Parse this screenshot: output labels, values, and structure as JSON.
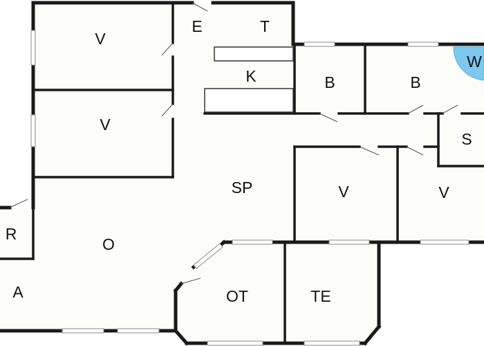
{
  "colors": {
    "background": "#ffffff",
    "floor": "#fcfcf8",
    "wall": "#1a1a1a",
    "window": "#8a8a8a",
    "washer": "#7cc8ee"
  },
  "rooms": {
    "v1": "V",
    "e": "E",
    "t": "T",
    "k": "K",
    "b1": "B",
    "b2": "B",
    "w": "W",
    "v2": "V",
    "s": "S",
    "sp": "SP",
    "v3": "V",
    "v4": "V",
    "r": "R",
    "o": "O",
    "a": "A",
    "ot": "OT",
    "te": "TE"
  }
}
